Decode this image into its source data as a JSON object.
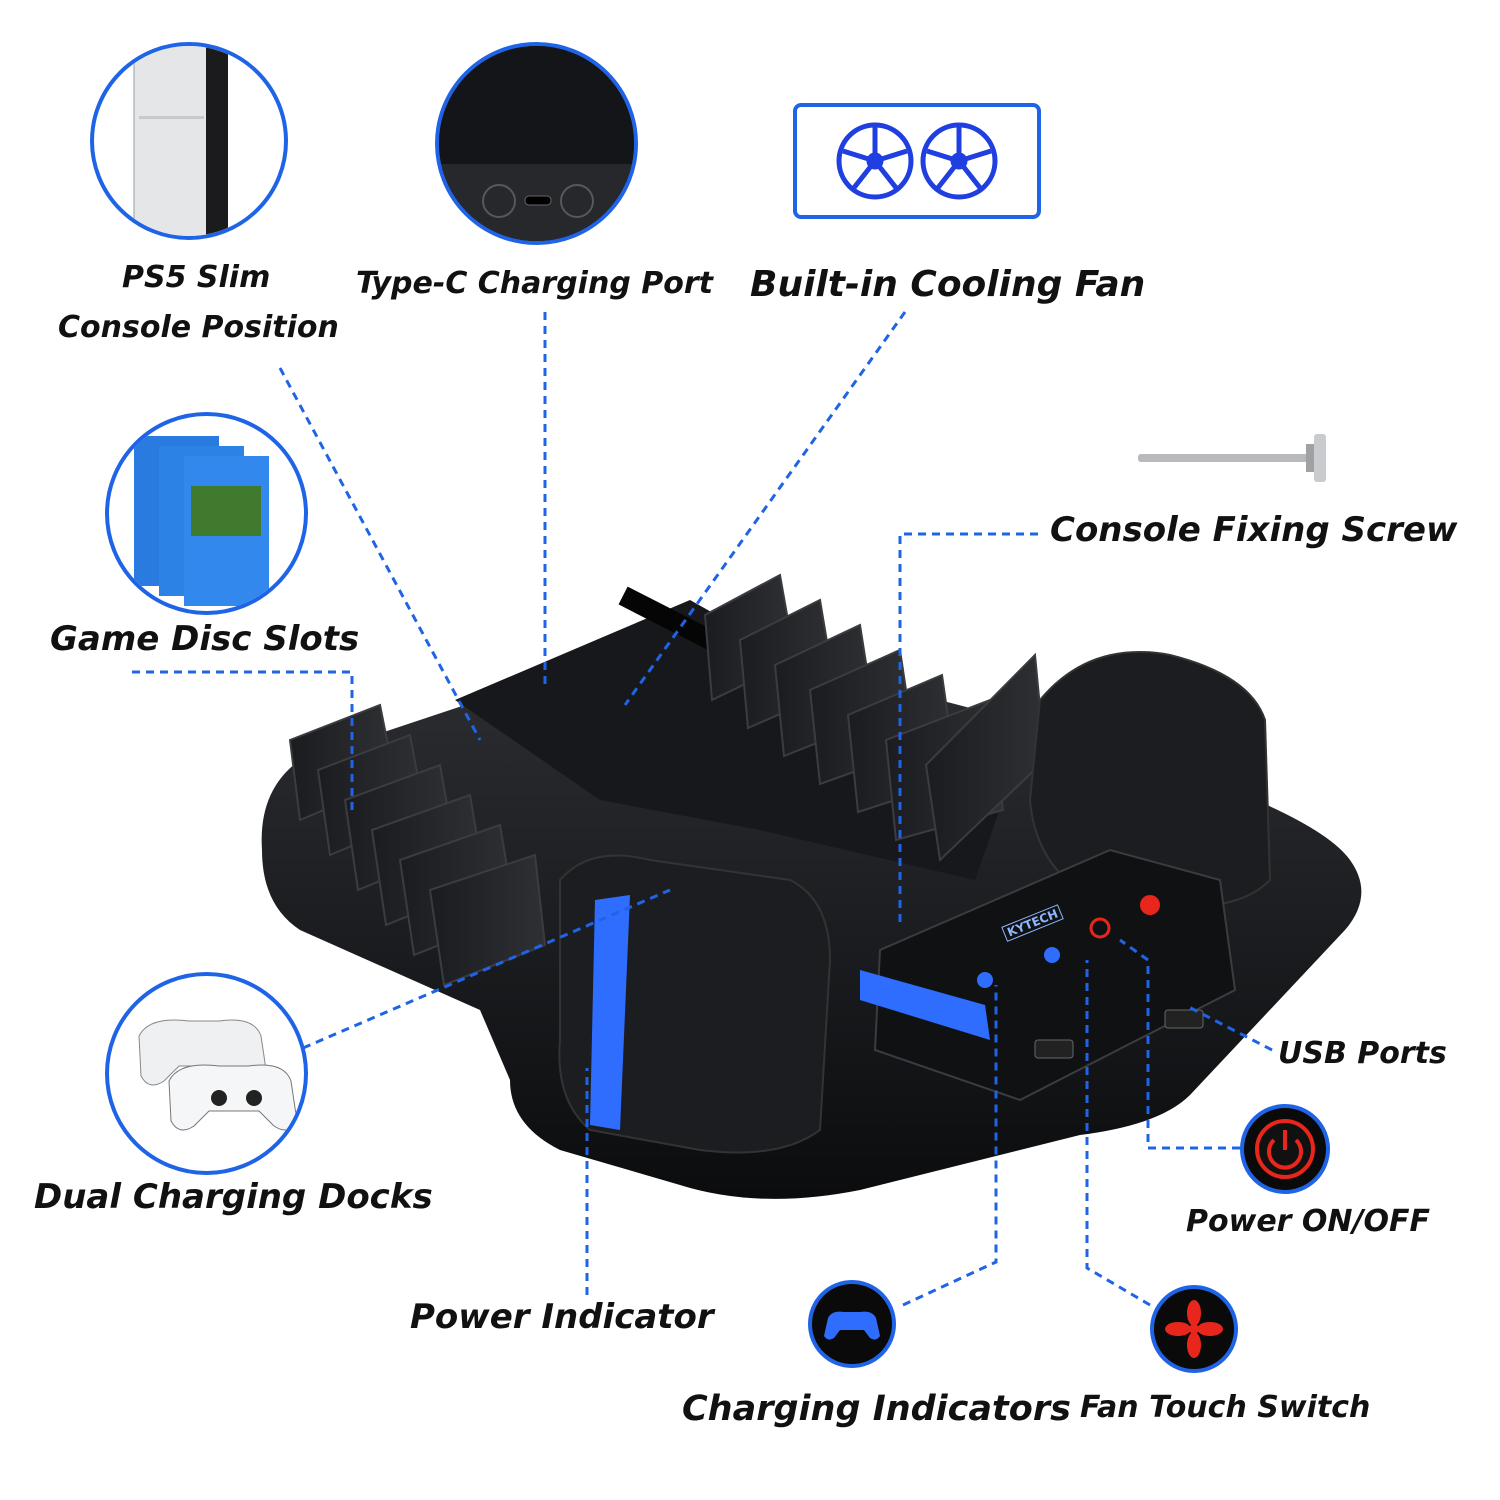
{
  "labels": {
    "console_position_line1": "PS5 Slim",
    "console_position_line2": "Console Position",
    "type_c_port": "Type-C Charging Port",
    "cooling_fan": "Built-in Cooling Fan",
    "fixing_screw": "Console Fixing Screw",
    "disc_slots": "Game Disc Slots",
    "charging_docks": "Dual Charging Docks",
    "usb_ports": "USB Ports",
    "power_switch": "Power ON/OFF",
    "power_indicator": "Power Indicator",
    "charging_indicators": "Charging Indicators",
    "fan_switch": "Fan Touch Switch"
  },
  "brand_on_panel": "KYTECH",
  "colors": {
    "accent_blue": "#1f64e6",
    "base_black": "#111214",
    "led_blue": "#2f6dff",
    "led_red": "#e8261c"
  },
  "icons": [
    "ps5-slim-console-icon",
    "usb-c-port-icon",
    "cooling-fan-icon",
    "fixing-screw-icon",
    "game-discs-icon",
    "controllers-icon",
    "power-button-icon",
    "controller-charging-icon",
    "fan-icon"
  ]
}
